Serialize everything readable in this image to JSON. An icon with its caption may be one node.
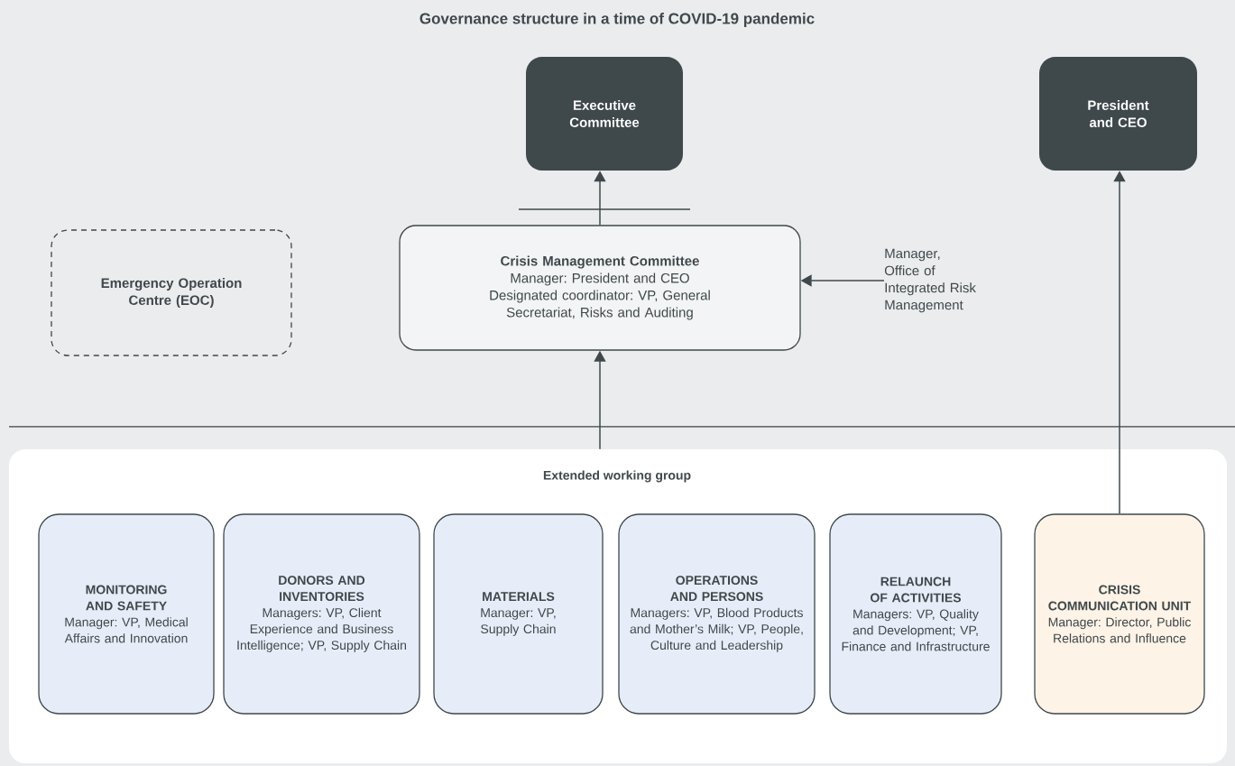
{
  "diagram": {
    "title": "Governance structure in a time of COVID-19 pandemic",
    "nodes": [
      {
        "text": [
          "Executive Committee"
        ]
      },
      {
        "text": [
          "President and CEO"
        ]
      },
      {
        "text": [
          "Emergency Operation Centre (EOC)"
        ]
      },
      {
        "text": [
          "Crisis Management Committee",
          "Manager: President and CEO Designated coordinator: VP, General Secretariat, Risks and Auditing"
        ]
      },
      {
        "text": [
          "Manager, Office of Integrated Risk Management"
        ]
      },
      {
        "text": [
          "Extended working group"
        ]
      },
      {
        "text": [
          "MONITORING AND SAFETY",
          "Manager: VP, Medical Affairs and Innovation"
        ],
        "in": 5
      },
      {
        "text": [
          "DONORS AND INVENTORIES",
          "Managers: VP, Client Experience and Business Intelligence; VP, Supply Chain"
        ],
        "in": 5
      },
      {
        "text": [
          "MATERIALS",
          "Manager: VP, Supply Chain"
        ],
        "in": 5
      },
      {
        "text": [
          "OPERATIONS AND PERSONS",
          "Managers: VP, Blood Products and Mother’s Milk; VP, People, Culture and Leadership"
        ],
        "in": 5
      },
      {
        "text": [
          "RELAUNCH OF ACTIVITIES",
          "Managers: VP, Quality and Development; VP, Finance and Infrastructure"
        ],
        "in": 5
      },
      {
        "text": [
          "CRISIS COMMUNICATION UNIT",
          "Manager: Director, Public Relations and Influence"
        ],
        "in": 5
      }
    ],
    "edges": [
      {
        "from": 3,
        "to": 0,
        "arrow": "to"
      },
      {
        "from": 4,
        "to": 3,
        "arrow": "to"
      },
      {
        "from": 5,
        "to": 3,
        "arrow": "to"
      },
      {
        "from": 11,
        "to": 1,
        "arrow": "to"
      }
    ]
  }
}
